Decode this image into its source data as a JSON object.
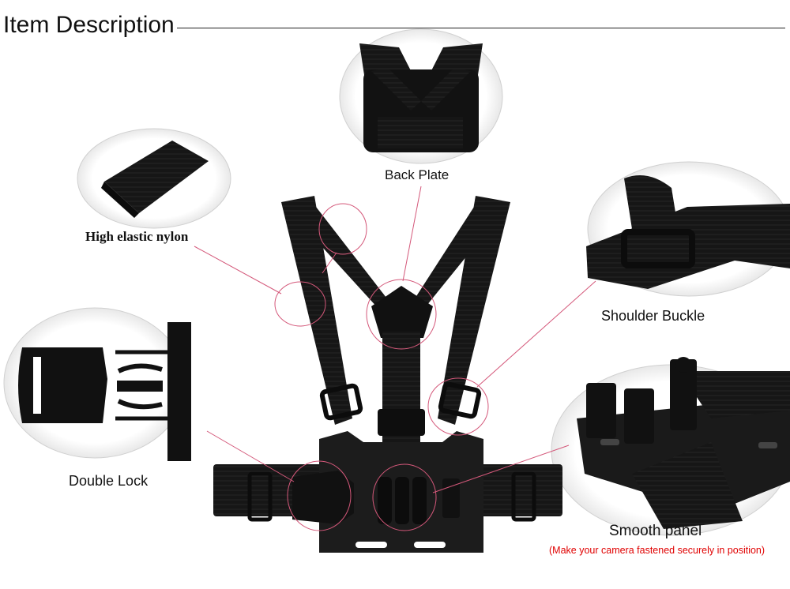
{
  "header": {
    "title": "Item Description"
  },
  "callouts": {
    "high_elastic_nylon": "High elastic nylon",
    "back_plate": "Back Plate",
    "shoulder_buckle": "Shoulder Buckle",
    "double_lock": "Double Lock",
    "smooth_panel": "Smooth panel",
    "smooth_panel_note": "(Make your camera fastened securely in position)"
  },
  "colors": {
    "strap": "#141414",
    "plate": "#1c1c1c",
    "callout_line": "#d4587a",
    "note_text": "#e00000",
    "bubble_shadow": "#cfcfcf"
  }
}
